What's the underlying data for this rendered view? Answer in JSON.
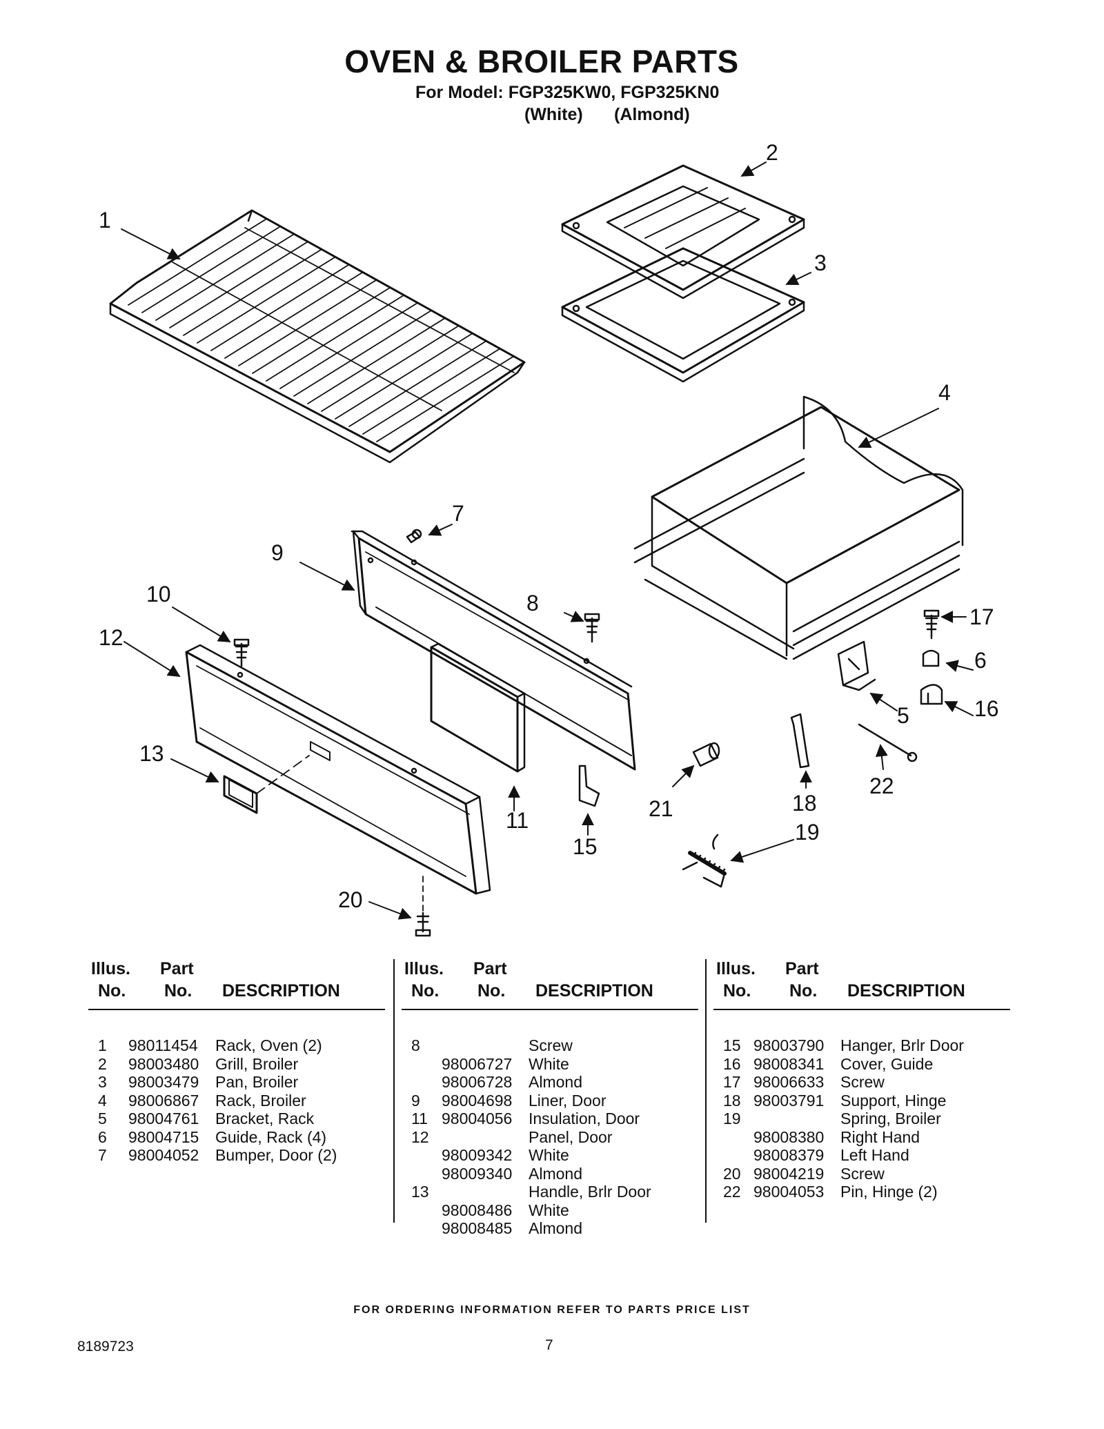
{
  "header": {
    "title": "OVEN & BROILER PARTS",
    "model_line": "For Model: FGP325KW0, FGP325KN0",
    "color_white": "(White)",
    "color_almond": "(Almond)"
  },
  "diagram": {
    "callouts": [
      "1",
      "2",
      "3",
      "4",
      "5",
      "6",
      "7",
      "8",
      "9",
      "10",
      "11",
      "12",
      "13",
      "15",
      "16",
      "17",
      "18",
      "19",
      "20",
      "21",
      "22"
    ]
  },
  "table": {
    "headers": {
      "illus_line1": "Illus.",
      "illus_line2": "No.",
      "part_line1": "Part",
      "part_line2": "No.",
      "description": "DESCRIPTION"
    },
    "columns": [
      [
        {
          "illus": "1",
          "part": "98011454",
          "desc": "Rack, Oven (2)"
        },
        {
          "illus": "2",
          "part": "98003480",
          "desc": "Grill, Broiler"
        },
        {
          "illus": "3",
          "part": "98003479",
          "desc": "Pan, Broiler"
        },
        {
          "illus": "4",
          "part": "98006867",
          "desc": "Rack, Broiler"
        },
        {
          "illus": "5",
          "part": "98004761",
          "desc": "Bracket, Rack"
        },
        {
          "illus": "6",
          "part": "98004715",
          "desc": "Guide, Rack (4)"
        },
        {
          "illus": "7",
          "part": "98004052",
          "desc": "Bumper, Door (2)"
        }
      ],
      [
        {
          "illus": "8",
          "part": "",
          "desc": "Screw"
        },
        {
          "illus": "",
          "part": "98006727",
          "desc": "White"
        },
        {
          "illus": "",
          "part": "98006728",
          "desc": "Almond"
        },
        {
          "illus": "9",
          "part": "98004698",
          "desc": "Liner, Door"
        },
        {
          "illus": "11",
          "part": "98004056",
          "desc": "Insulation, Door"
        },
        {
          "illus": "12",
          "part": "",
          "desc": "Panel, Door"
        },
        {
          "illus": "",
          "part": "98009342",
          "desc": "White"
        },
        {
          "illus": "",
          "part": "98009340",
          "desc": "Almond"
        },
        {
          "illus": "13",
          "part": "",
          "desc": "Handle, Brlr Door"
        },
        {
          "illus": "",
          "part": "98008486",
          "desc": "White"
        },
        {
          "illus": "",
          "part": "98008485",
          "desc": "Almond"
        }
      ],
      [
        {
          "illus": "15",
          "part": "98003790",
          "desc": "Hanger, Brlr Door"
        },
        {
          "illus": "16",
          "part": "98008341",
          "desc": "Cover, Guide"
        },
        {
          "illus": "17",
          "part": "98006633",
          "desc": "Screw"
        },
        {
          "illus": "18",
          "part": "98003791",
          "desc": "Support, Hinge"
        },
        {
          "illus": "19",
          "part": "",
          "desc": "Spring, Broiler"
        },
        {
          "illus": "",
          "part": "98008380",
          "desc": "Right Hand"
        },
        {
          "illus": "",
          "part": "98008379",
          "desc": "Left Hand"
        },
        {
          "illus": "20",
          "part": "98004219",
          "desc": "Screw"
        },
        {
          "illus": "22",
          "part": "98004053",
          "desc": "Pin, Hinge (2)"
        }
      ]
    ]
  },
  "footer": {
    "ordering_note": "FOR ORDERING INFORMATION REFER TO PARTS PRICE LIST",
    "doc_number": "8189723",
    "page_number": "7"
  }
}
